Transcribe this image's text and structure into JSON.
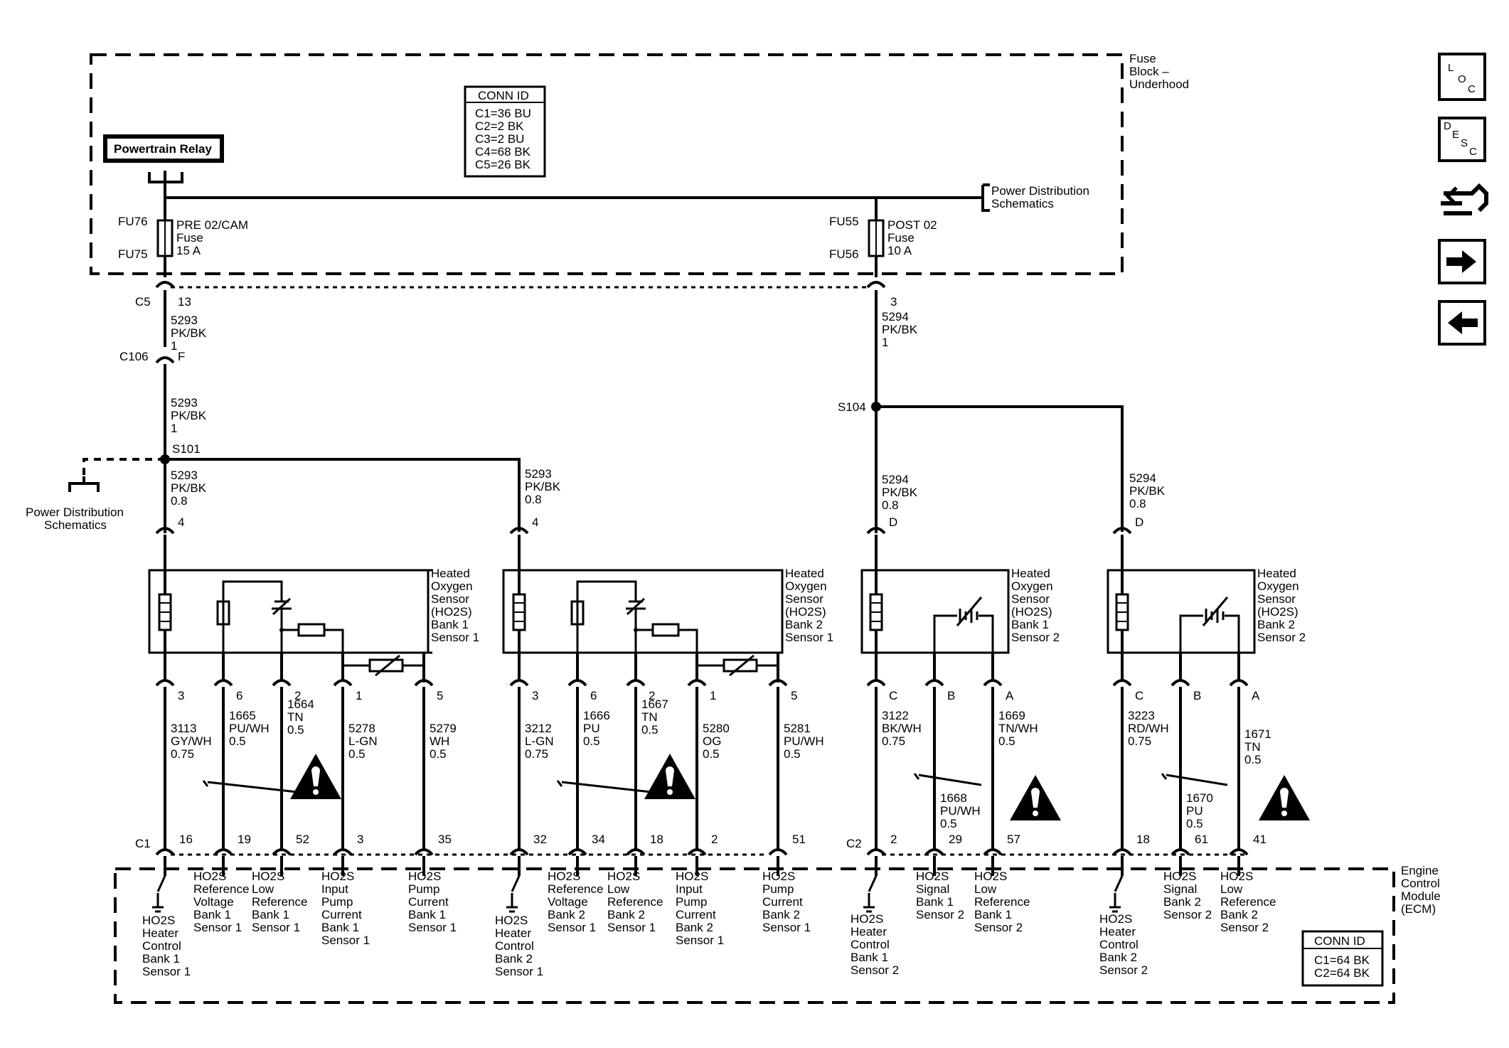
{
  "fuse_block": {
    "label": [
      "Fuse",
      "Block –",
      "Underhood"
    ]
  },
  "conn_id_top": {
    "title": "CONN ID",
    "lines": [
      "C1=36 BU",
      "C2=2 BK",
      "C3=2 BU",
      "C4=68 BK",
      "C5=26 BK"
    ]
  },
  "relay": {
    "label": "Powertrain Relay"
  },
  "power_dist_right": [
    "Power Distribution",
    "Schematics"
  ],
  "power_dist_left": [
    "Power Distribution",
    "Schematics"
  ],
  "fuse_left": {
    "top": "FU76",
    "bottom": "FU75",
    "name": [
      "PRE 02/CAM",
      "Fuse",
      "15 A"
    ]
  },
  "fuse_right": {
    "top": "FU55",
    "bottom": "FU56",
    "name": [
      "POST 02",
      "Fuse",
      "10 A"
    ]
  },
  "conn_c5": {
    "name": "C5",
    "pin_left": "13",
    "pin_right": "3"
  },
  "wire_5293_a": [
    "5293",
    "PK/BK",
    "1"
  ],
  "wire_5294_a": [
    "5294",
    "PK/BK",
    "1"
  ],
  "conn_c106": {
    "name": "C106",
    "pin": "F"
  },
  "wire_5293_b": [
    "5293",
    "PK/BK",
    "1"
  ],
  "splice_s101": "S101",
  "splice_s104": "S104",
  "wire_5293_c": [
    "5293",
    "PK/BK",
    "0.8"
  ],
  "wire_5293_d": [
    "5293",
    "PK/BK",
    "0.8"
  ],
  "wire_5294_b": [
    "5294",
    "PK/BK",
    "0.8"
  ],
  "wire_5294_c": [
    "5294",
    "PK/BK",
    "0.8"
  ],
  "sensor_pins_top": [
    "4",
    "4",
    "D",
    "D"
  ],
  "sensors": [
    {
      "label": [
        "Heated",
        "Oxygen",
        "Sensor",
        "(HO2S)",
        "Bank 1",
        "Sensor 1"
      ]
    },
    {
      "label": [
        "Heated",
        "Oxygen",
        "Sensor",
        "(HO2S)",
        "Bank 2",
        "Sensor 1"
      ]
    },
    {
      "label": [
        "Heated",
        "Oxygen",
        "Sensor",
        "(HO2S)",
        "Bank 1",
        "Sensor 2"
      ]
    },
    {
      "label": [
        "Heated",
        "Oxygen",
        "Sensor",
        "(HO2S)",
        "Bank 2",
        "Sensor 2"
      ]
    }
  ],
  "sensor_pins_bottom": [
    "3",
    "6",
    "2",
    "1",
    "5",
    "3",
    "6",
    "2",
    "1",
    "5",
    "C",
    "B",
    "A",
    "C",
    "B",
    "A"
  ],
  "wires_lower": [
    [
      "3113",
      "GY/WH",
      "0.75"
    ],
    [
      "1665",
      "PU/WH",
      "0.5"
    ],
    [
      "1664",
      "TN",
      "0.5"
    ],
    [
      "5278",
      "L-GN",
      "0.5"
    ],
    [
      "5279",
      "WH",
      "0.5"
    ],
    [
      "3212",
      "L-GN",
      "0.75"
    ],
    [
      "1666",
      "PU",
      "0.5"
    ],
    [
      "1667",
      "TN",
      "0.5"
    ],
    [
      "5280",
      "OG",
      "0.5"
    ],
    [
      "5281",
      "PU/WH",
      "0.5"
    ],
    [
      "3122",
      "BK/WH",
      "0.75"
    ],
    [
      "1668",
      "PU/WH",
      "0.5"
    ],
    [
      "1669",
      "TN/WH",
      "0.5"
    ],
    [
      "3223",
      "RD/WH",
      "0.75"
    ],
    [
      "1670",
      "PU",
      "0.5"
    ],
    [
      "1671",
      "TN",
      "0.5"
    ]
  ],
  "ecm_conn_c1": "C1",
  "ecm_conn_c2": "C2",
  "ecm_pins": [
    "16",
    "19",
    "52",
    "3",
    "35",
    "32",
    "34",
    "18",
    "2",
    "51",
    "2",
    "29",
    "57",
    "18",
    "61",
    "41"
  ],
  "ecm_labels": [
    [
      "HO2S",
      "Heater",
      "Control",
      "Bank 1",
      "Sensor 1"
    ],
    [
      "HO2S",
      "Reference",
      "Voltage",
      "Bank 1",
      "Sensor 1"
    ],
    [
      "HO2S",
      "Low",
      "Reference",
      "Bank 1",
      "Sensor 1"
    ],
    [
      "HO2S",
      "Input",
      "Pump",
      "Current",
      "Bank 1",
      "Sensor 1"
    ],
    [
      "HO2S",
      "Pump",
      "Current",
      "Bank 1",
      "Sensor 1"
    ],
    [
      "HO2S",
      "Heater",
      "Control",
      "Bank 2",
      "Sensor 1"
    ],
    [
      "HO2S",
      "Reference",
      "Voltage",
      "Bank 2",
      "Sensor 1"
    ],
    [
      "HO2S",
      "Low",
      "Reference",
      "Bank 2",
      "Sensor 1"
    ],
    [
      "HO2S",
      "Input",
      "Pump",
      "Current",
      "Bank 2",
      "Sensor 1"
    ],
    [
      "HO2S",
      "Pump",
      "Current",
      "Bank 2",
      "Sensor 1"
    ],
    [
      "HO2S",
      "Heater",
      "Control",
      "Bank 1",
      "Sensor 2"
    ],
    [
      "HO2S",
      "Signal",
      "Bank 1",
      "Sensor 2"
    ],
    [
      "HO2S",
      "Low",
      "Reference",
      "Bank 1",
      "Sensor 2"
    ],
    [
      "HO2S",
      "Heater",
      "Control",
      "Bank 2",
      "Sensor 2"
    ],
    [
      "HO2S",
      "Signal",
      "Bank 2",
      "Sensor 2"
    ],
    [
      "HO2S",
      "Low",
      "Reference",
      "Bank 2",
      "Sensor 2"
    ]
  ],
  "ecm": {
    "label": [
      "Engine",
      "Control",
      "Module",
      "(ECM)"
    ]
  },
  "conn_id_bottom": {
    "title": "CONN ID",
    "lines": [
      "C1=64 BK",
      "C2=64 BK"
    ]
  },
  "nav": {
    "loc_letters": [
      "L",
      "O",
      "C"
    ],
    "desc_letters": [
      "D",
      "E",
      "S",
      "C"
    ]
  }
}
